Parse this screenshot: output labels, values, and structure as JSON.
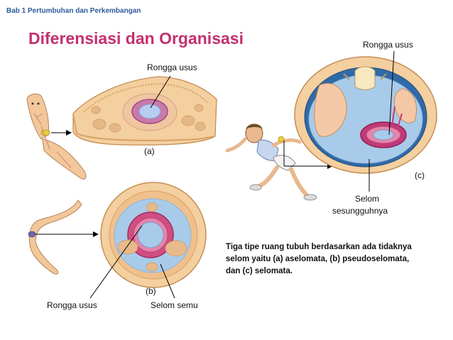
{
  "header": {
    "chapter": "Bab 1 Pertumbuhan dan Perkembangan",
    "title": "Diferensiasi dan Organisasi"
  },
  "diagram": {
    "labels": {
      "a_gut": "Rongga usus",
      "a_tag": "(a)",
      "b_tag": "(b)",
      "b_gut": "Rongga usus",
      "b_pseudo": "Selom semu",
      "c_gut": "Rongga usus",
      "c_tag": "(c)",
      "c_coelom_1": "Selom",
      "c_coelom_2": "sesungguhnya"
    },
    "caption": "Tiga tipe ruang tubuh berdasarkan ada tidaknya selom yaitu (a) aselomata, (b) pseudoselomata, dan (c) selomata."
  },
  "colors": {
    "title": "#c3306f",
    "chapter": "#2d5a9a",
    "skin": "#f2c89a",
    "mesoderm": "#e9b07a",
    "cavity": "#a9cbea",
    "gut": "#c87aa9"
  }
}
